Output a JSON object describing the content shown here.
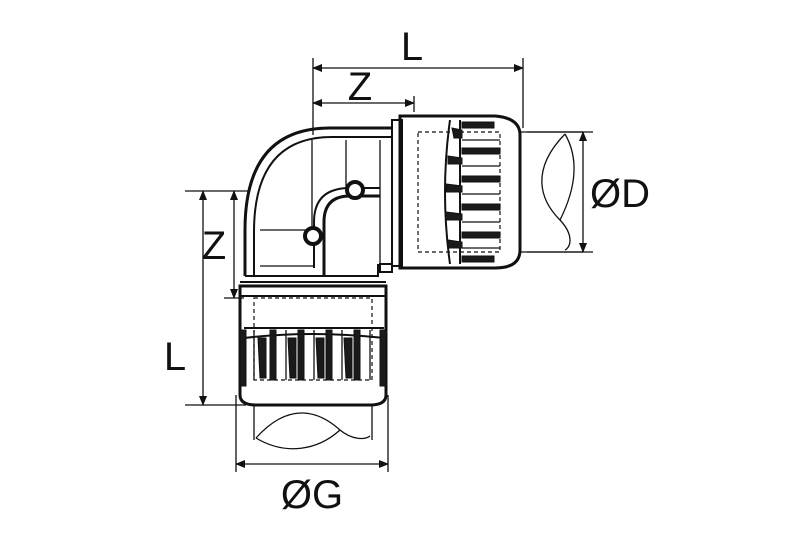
{
  "labels": {
    "top_overall_length": "L",
    "top_offset": "Z",
    "outlet_diameter": "ØD",
    "side_offset": "Z",
    "side_overall_length": "L",
    "inlet_diameter": "ØG"
  }
}
